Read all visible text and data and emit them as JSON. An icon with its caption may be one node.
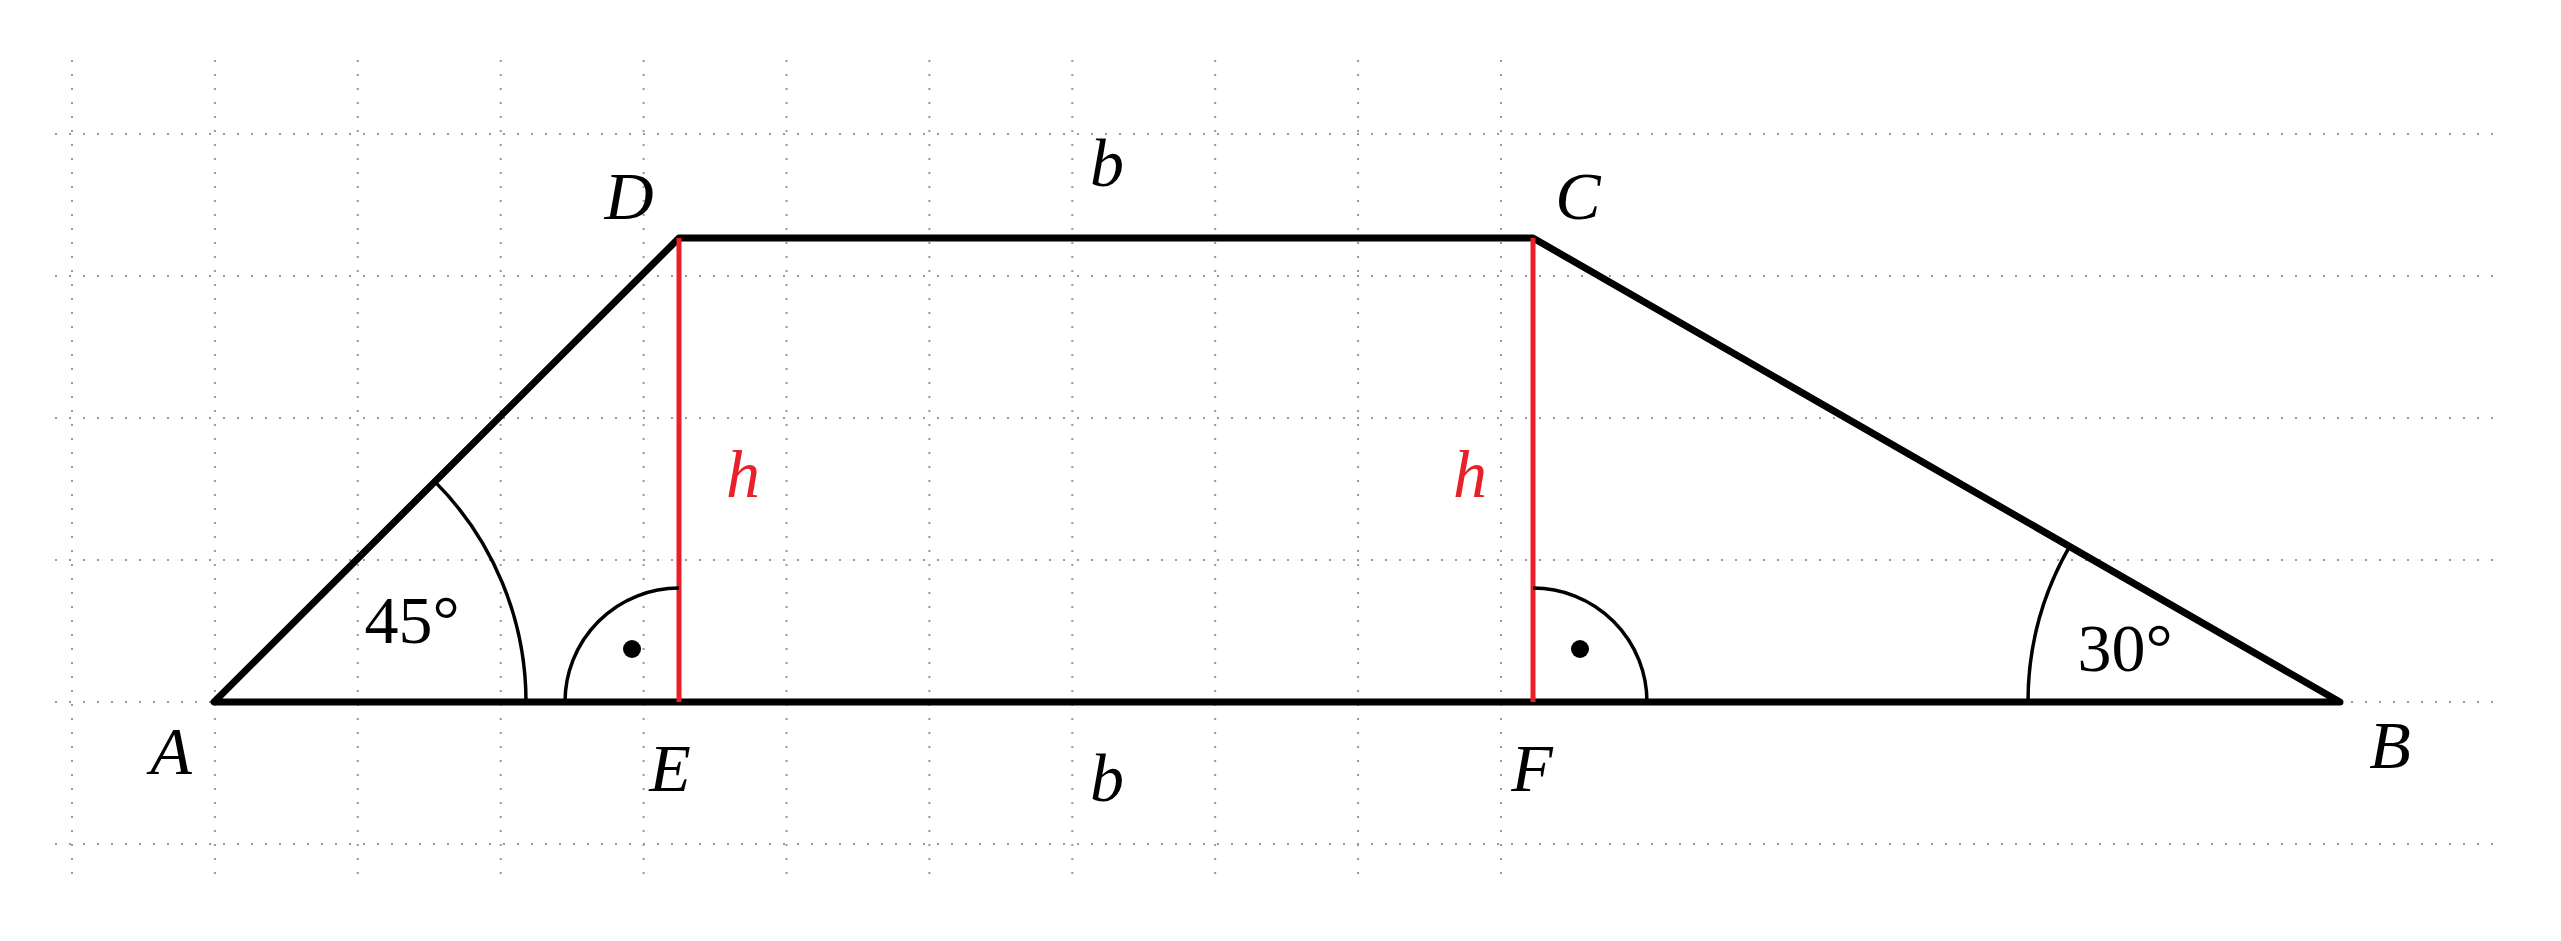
{
  "diagram": {
    "labels": [
      "D",
      "b",
      "C",
      "h",
      "h",
      "45°",
      "30°",
      "A",
      "E",
      "b",
      "F",
      "B"
    ]
  }
}
